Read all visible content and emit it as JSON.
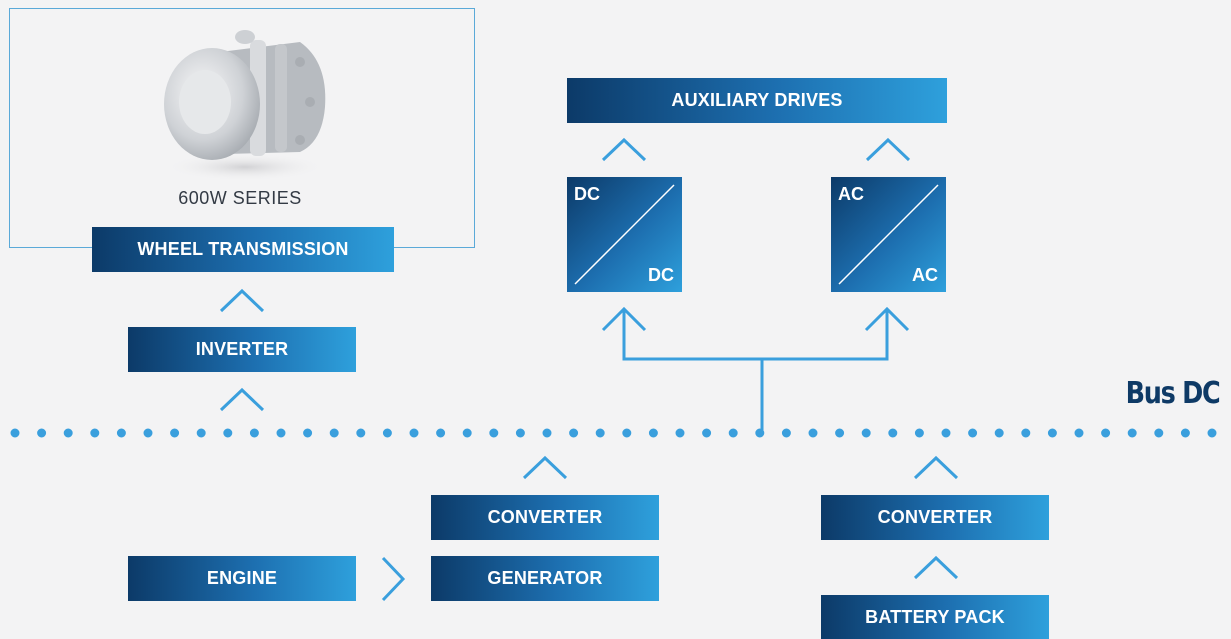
{
  "product": {
    "series_label": "600W SERIES",
    "image_icon": "wheel-drive-motor-photo"
  },
  "blocks": {
    "wheel_transmission": "WHEEL TRANSMISSION",
    "inverter": "INVERTER",
    "auxiliary_drives": "AUXILIARY DRIVES",
    "converter_generator_side": "CONVERTER",
    "engine": "ENGINE",
    "generator": "GENERATOR",
    "converter_battery_side": "CONVERTER",
    "battery_pack": "BATTERY PACK"
  },
  "converters": {
    "dc_dc": {
      "top_label": "DC",
      "bottom_label": "DC"
    },
    "ac_ac": {
      "top_label": "AC",
      "bottom_label": "AC"
    }
  },
  "bus": {
    "label": "Bus DC"
  },
  "colors": {
    "gradient_dark": "#0c3a68",
    "gradient_light": "#2ea0dc",
    "accent_line": "#3a9fdd",
    "background": "#f3f3f4"
  }
}
